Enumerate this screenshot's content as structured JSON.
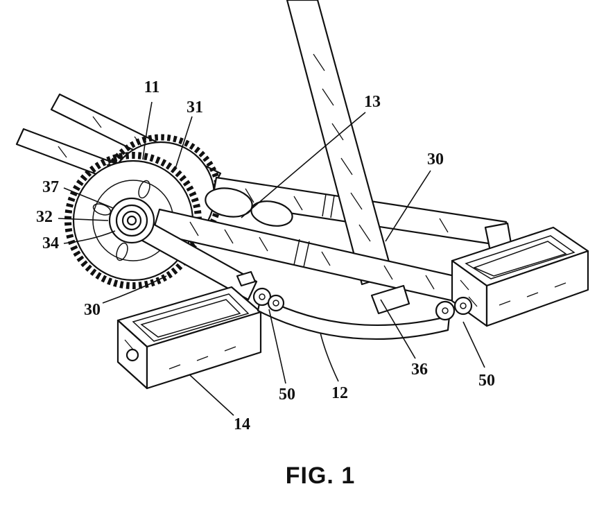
{
  "figure": {
    "caption": "FIG. 1",
    "reference_numerals": [
      {
        "id": "ref-11",
        "text": "11"
      },
      {
        "id": "ref-31",
        "text": "31"
      },
      {
        "id": "ref-13",
        "text": "13"
      },
      {
        "id": "ref-30-upper",
        "text": "30"
      },
      {
        "id": "ref-37",
        "text": "37"
      },
      {
        "id": "ref-32",
        "text": "32"
      },
      {
        "id": "ref-34",
        "text": "34"
      },
      {
        "id": "ref-30-lower",
        "text": "30"
      },
      {
        "id": "ref-14",
        "text": "14"
      },
      {
        "id": "ref-50-left",
        "text": "50"
      },
      {
        "id": "ref-12",
        "text": "12"
      },
      {
        "id": "ref-36",
        "text": "36"
      },
      {
        "id": "ref-50-right",
        "text": "50"
      }
    ],
    "colors": {
      "ink": "#111111",
      "background": "#ffffff"
    }
  }
}
